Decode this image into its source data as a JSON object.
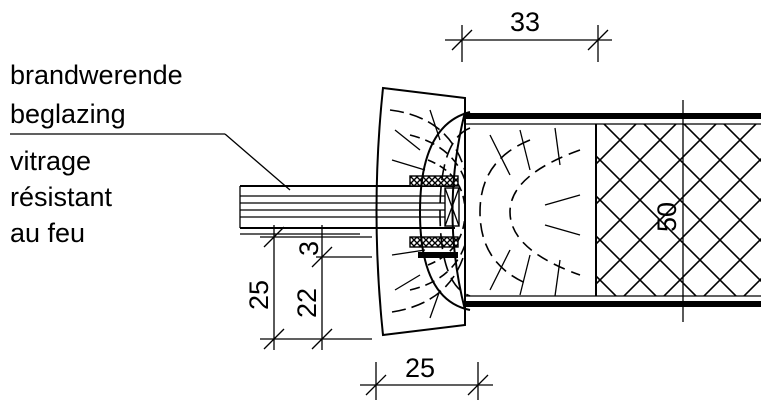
{
  "labels": {
    "dutch_line1": "brandwerende",
    "dutch_line2": "beglazing",
    "french_line1": "vitrage",
    "french_line2": "résistant",
    "french_line3": "au feu"
  },
  "dimensions": {
    "top_width": "33",
    "bottom_width": "25",
    "depth_outer": "25",
    "depth_inner": "22",
    "gap": "3",
    "core_height": "50"
  }
}
